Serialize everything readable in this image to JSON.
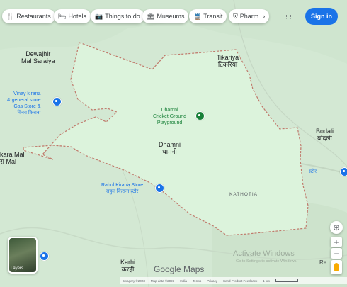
{
  "toolbar": {
    "chips": [
      {
        "icon_name": "restaurant-icon",
        "icon": "🍴",
        "label": "Restaurants"
      },
      {
        "icon_name": "bed-icon",
        "icon": "🛏",
        "label": "Hotels"
      },
      {
        "icon_name": "camera-icon",
        "icon": "📷",
        "label": "Things to do"
      },
      {
        "icon_name": "museum-icon",
        "icon": "🏛",
        "label": "Museums"
      },
      {
        "icon_name": "train-icon",
        "icon": "🚆",
        "label": "Transit"
      },
      {
        "icon_name": "pharmacy-icon",
        "icon": "⛨",
        "label": "Pharm"
      }
    ],
    "more_chevron": "›",
    "apps_icon": "⋮⋮⋮",
    "sign_in": "Sign in"
  },
  "places": {
    "dewajhir_1": "Dewajhir",
    "dewajhir_2": "Mal Saraiya",
    "tikariya_1": "Tikariya",
    "tikariya_2": "टिकरिया",
    "vinay_1": "Vinay kirana",
    "vinay_2": "& general store",
    "vinay_3": "Gas Store &",
    "vinay_4": "विनय किराना",
    "cricket_1": "Dhamni",
    "cricket_2": "Cricket Ground",
    "cricket_3": "Playground",
    "dhamni_1": "Dhamni",
    "dhamni_2": "धामनी",
    "bodali_1": "Bodali",
    "bodali_2": "बोदली",
    "kara_1": "kara Mal",
    "kara_2": "रा Mal",
    "rahul_1": "Rahul Kirana Store",
    "rahul_2": "राहुल किराना स्टोर",
    "kathotia": "KATHOTIA",
    "right_place": "स्टोर",
    "karhi_1": "Karhi",
    "karhi_2": "करही",
    "re": "Re"
  },
  "layers_label": "Layers",
  "brand": "Google Maps",
  "watermark": {
    "title": "Activate Windows",
    "sub": "Go to Settings to activate Windows."
  },
  "footer": {
    "imagery": "Imagery ©2023",
    "map_data": "Map data ©2023",
    "region": "India",
    "terms": "Terms",
    "privacy": "Privacy",
    "feedback": "Send Product Feedback",
    "scale": "1 km"
  },
  "controls": {
    "compass": "⊕",
    "zoom_in": "+",
    "zoom_out": "−"
  }
}
